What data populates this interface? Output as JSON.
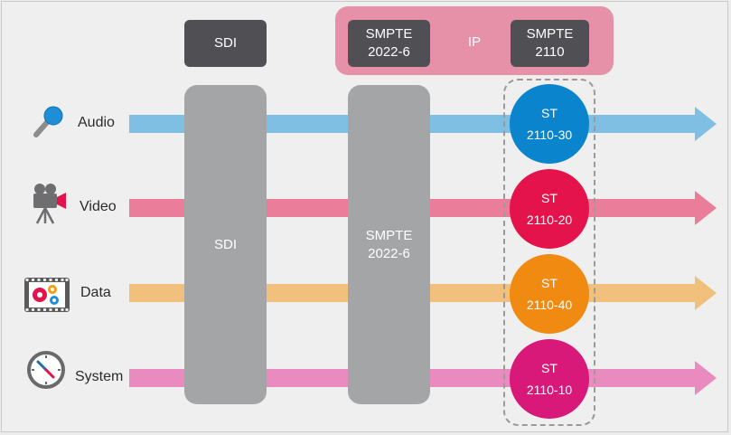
{
  "header": {
    "sdi_label": "SDI",
    "ip_label": "IP",
    "smpte_2022_label": "SMPTE\n2022-6",
    "smpte_2110_label": "SMPTE\n2110"
  },
  "pillars": {
    "sdi_label": "SDI",
    "smpte_label": "SMPTE\n2022-6"
  },
  "rows": [
    {
      "label": "Audio",
      "icon": "microphone-icon",
      "color": "#7fbfe4",
      "circle_text": "ST\n2110-30",
      "circle_color": "#0a84cc"
    },
    {
      "label": "Video",
      "icon": "video-camera-icon",
      "color": "#ea7e9a",
      "circle_text": "ST\n2110-20",
      "circle_color": "#e5134c"
    },
    {
      "label": "Data",
      "icon": "film-gears-icon",
      "color": "#f0c07c",
      "circle_text": "ST\n2110-40",
      "circle_color": "#f08a11"
    },
    {
      "label": "System",
      "icon": "clock-icon",
      "color": "#e98bbf",
      "circle_text": "ST\n2110-10",
      "circle_color": "#d9197a"
    }
  ]
}
